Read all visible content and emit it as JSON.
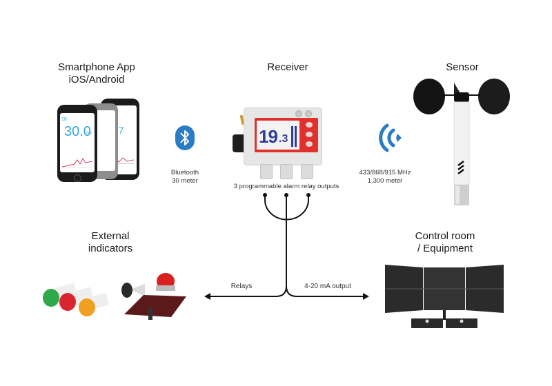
{
  "titles": {
    "smartphone": [
      "Smartphone App",
      "iOS/Android"
    ],
    "receiver": "Receiver",
    "sensor": "Sensor",
    "external": [
      "External",
      "indicators"
    ],
    "control": [
      "Control room",
      "/ Equipment"
    ]
  },
  "links": {
    "bluetooth": {
      "icon": "bluetooth-icon",
      "lines": [
        "Bluetooth",
        "30 meter"
      ],
      "color": "#2a7cc7"
    },
    "radio": {
      "icon": "wireless-signal-icon",
      "lines": [
        "433/868/915 MHz",
        "1,300 meter"
      ],
      "color": "#2a7cc7"
    }
  },
  "receiver": {
    "caption": "3 programmable alarm relay outputs",
    "display_value_main": "19",
    "display_value_decimal": ".3",
    "display_frame_color": "#e0322d"
  },
  "phone_app": {
    "value_front": "30.0",
    "unit": "m/s",
    "value_back": "9.7",
    "small_value": "18"
  },
  "outputs": {
    "left_label": "Relays",
    "right_label": "4-20 mA output"
  }
}
